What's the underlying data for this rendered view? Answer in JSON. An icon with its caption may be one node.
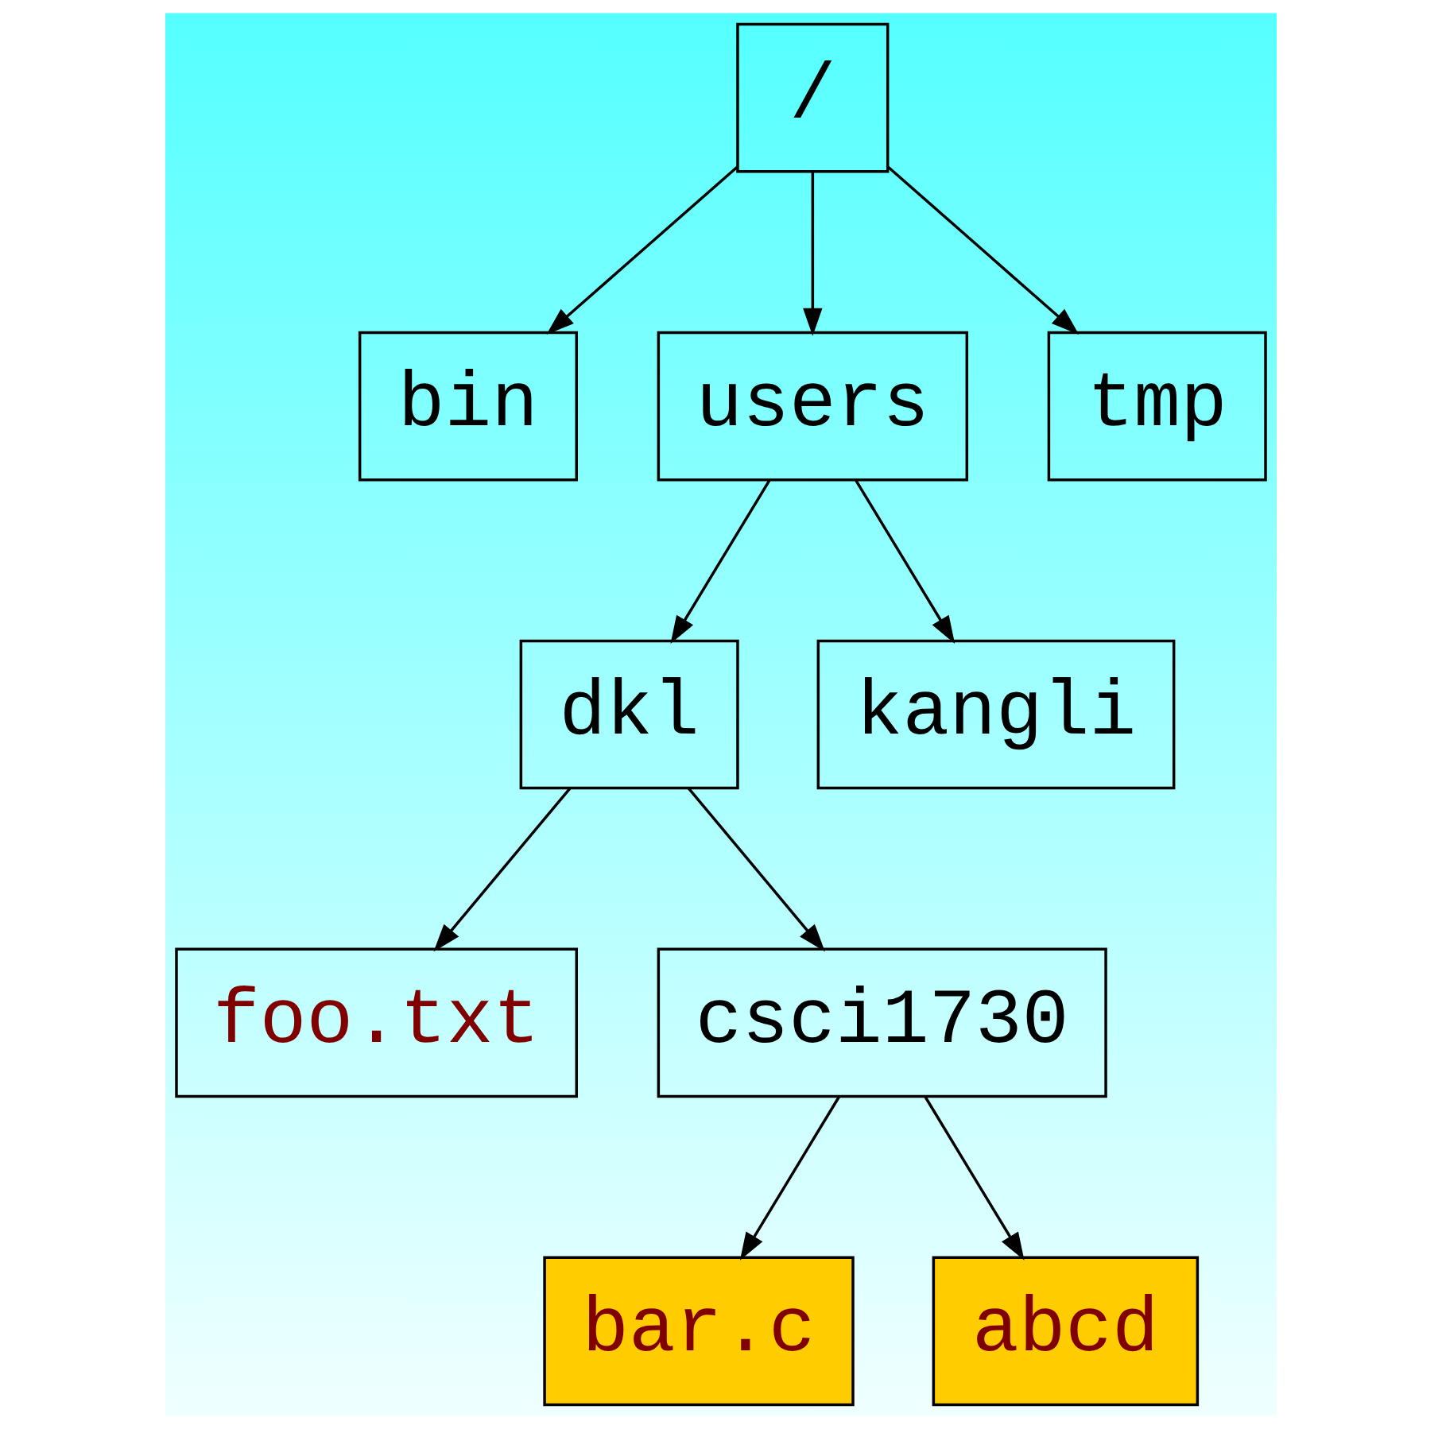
{
  "diagram": {
    "nodes": [
      {
        "text": [
          "/"
        ]
      },
      {
        "text": [
          "bin"
        ]
      },
      {
        "text": [
          "users"
        ]
      },
      {
        "text": [
          "tmp"
        ]
      },
      {
        "text": [
          "dkl"
        ]
      },
      {
        "text": [
          "kangli"
        ]
      },
      {
        "text": [
          "foo.txt"
        ]
      },
      {
        "text": [
          "csci1730"
        ]
      },
      {
        "text": [
          "bar.c"
        ]
      },
      {
        "text": [
          "abcd"
        ]
      }
    ],
    "edges": [
      {
        "from": 0,
        "to": 1,
        "arrow": "to"
      },
      {
        "from": 0,
        "to": 2,
        "arrow": "to"
      },
      {
        "from": 0,
        "to": 3,
        "arrow": "to"
      },
      {
        "from": 2,
        "to": 4,
        "arrow": "to"
      },
      {
        "from": 2,
        "to": 5,
        "arrow": "to"
      },
      {
        "from": 4,
        "to": 6,
        "arrow": "to"
      },
      {
        "from": 4,
        "to": 7,
        "arrow": "to"
      },
      {
        "from": 7,
        "to": 8,
        "arrow": "to"
      },
      {
        "from": 7,
        "to": 9,
        "arrow": "to"
      }
    ]
  }
}
